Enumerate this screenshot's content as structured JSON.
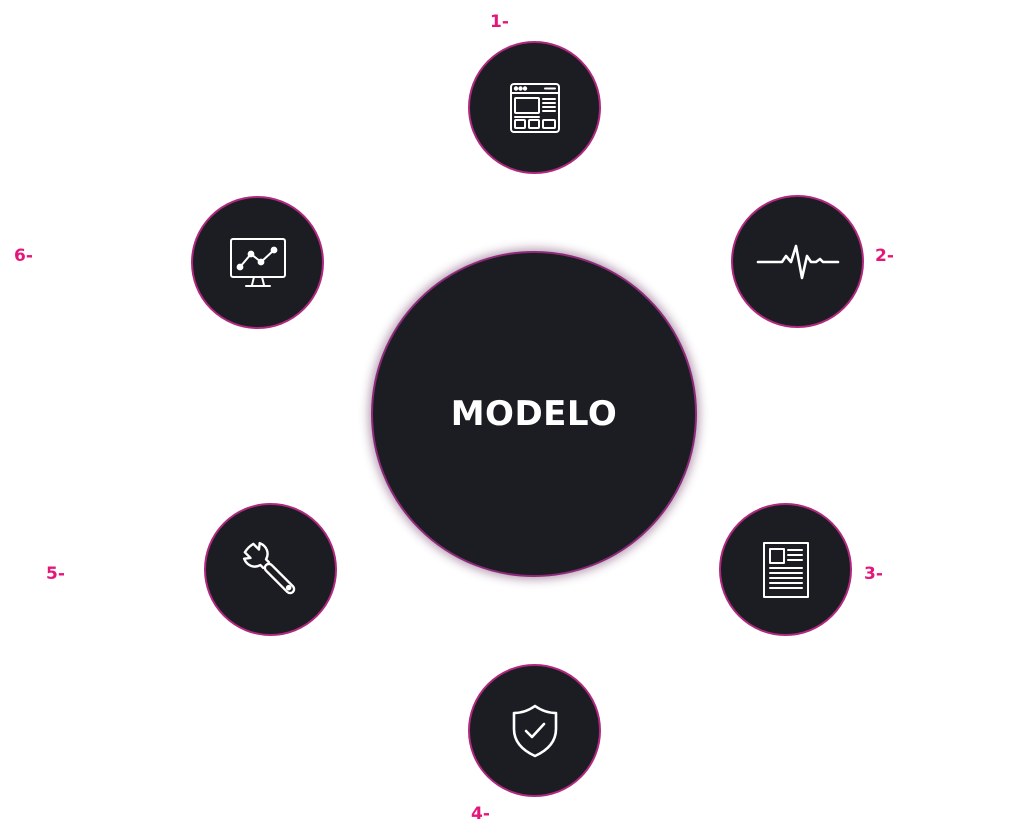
{
  "center": {
    "title": "MODELO"
  },
  "nodes": [
    {
      "label": "1-",
      "icon": "browser-window-icon"
    },
    {
      "label": "2-",
      "icon": "heartbeat-pulse-icon"
    },
    {
      "label": "3-",
      "icon": "document-report-icon"
    },
    {
      "label": "4-",
      "icon": "shield-check-icon"
    },
    {
      "label": "5-",
      "icon": "wrench-icon"
    },
    {
      "label": "6-",
      "icon": "monitor-chart-icon"
    }
  ],
  "colors": {
    "circle_fill": "#1b1d22",
    "accent": "#e5167a",
    "icon_stroke": "#ffffff"
  }
}
